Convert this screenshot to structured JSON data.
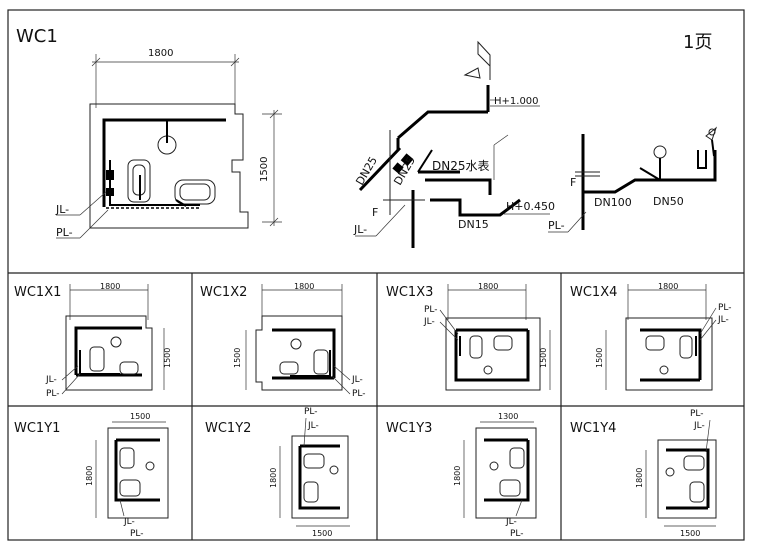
{
  "page_label": "1页",
  "main": {
    "title": "WC1",
    "dim_width": "1800",
    "dim_height": "1500",
    "label_jl": "JL-",
    "label_pl": "PL-",
    "iso": {
      "dn25_a": "DN25",
      "dn25_b": "DN25",
      "dn25_meter": "DN25水表",
      "dn15": "DN15",
      "h1": "H+1.000",
      "h2": "H+0.450",
      "f": "F",
      "jl": "JL-"
    },
    "drain": {
      "f": "F",
      "dn100": "DN100",
      "dn50": "DN50",
      "pl": "PL-"
    }
  },
  "panels": [
    {
      "title": "WC1X1",
      "dim_top": "1800",
      "dim_side": "1500",
      "jl": "JL-",
      "pl": "PL-"
    },
    {
      "title": "WC1X2",
      "dim_top": "1800",
      "dim_side": "1500",
      "jl": "JL-",
      "pl": "PL-"
    },
    {
      "title": "WC1X3",
      "dim_top": "1800",
      "dim_side": "1500",
      "jl": "JL-",
      "pl": "PL-"
    },
    {
      "title": "WC1X4",
      "dim_top": "1800",
      "dim_side": "1500",
      "jl": "JL-",
      "pl": "PL-"
    },
    {
      "title": "WC1Y1",
      "dim_top": "1500",
      "dim_side": "1800",
      "jl": "JL-",
      "pl": "PL-"
    },
    {
      "title": "WC1Y2",
      "dim_top": "1500",
      "dim_side": "1800",
      "jl": "JL-",
      "pl": "PL-"
    },
    {
      "title": "WC1Y3",
      "dim_top": "1300",
      "dim_side": "1800",
      "jl": "JL-",
      "pl": "PL-"
    },
    {
      "title": "WC1Y4",
      "dim_top": "1500",
      "dim_side": "1800",
      "jl": "JL-",
      "pl": "PL-"
    }
  ]
}
